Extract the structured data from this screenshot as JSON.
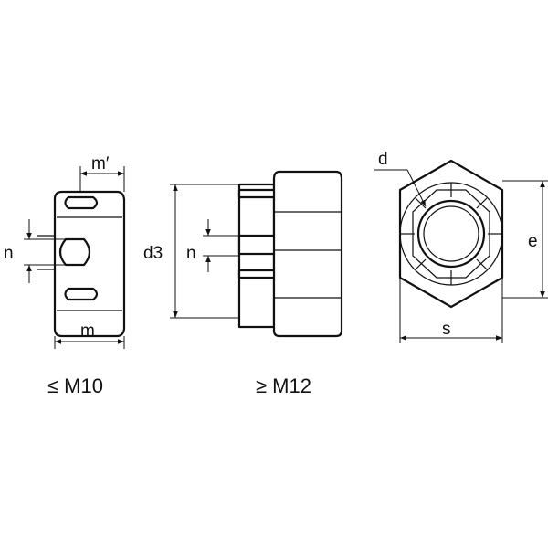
{
  "labels": {
    "m_prime": "m′",
    "n_left": "n",
    "m": "m",
    "d3": "d3",
    "n_mid": "n",
    "d": "d",
    "e": "e",
    "s": "s"
  },
  "captions": {
    "small": "≤ M10",
    "large": "≥ M12"
  },
  "colors": {
    "line": "#111111",
    "background": "#ffffff"
  }
}
